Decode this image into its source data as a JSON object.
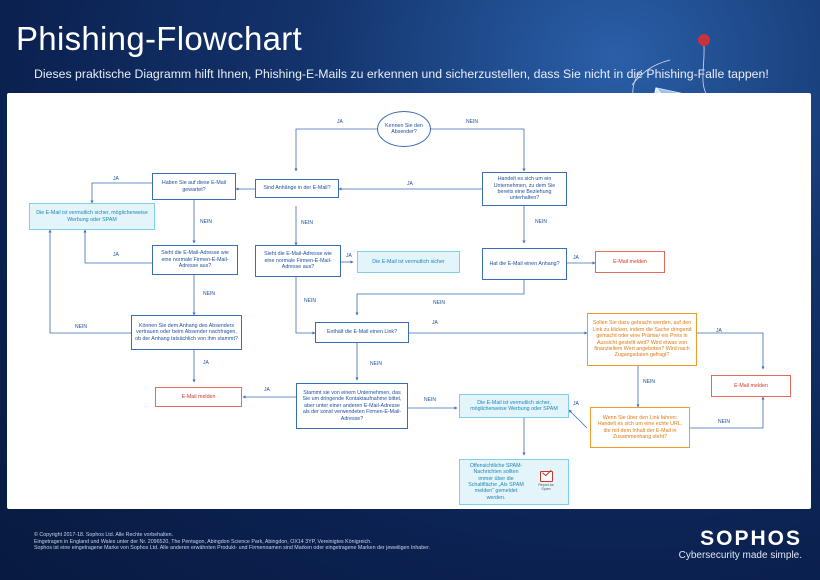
{
  "header": {
    "title": "Phishing-Flowchart",
    "subtitle": "Dieses praktische Diagramm hilft Ihnen, Phishing-E-Mails zu erkennen und sicherzustellen, dass Sie nicht in die Phishing-Falle tappen!"
  },
  "flow": {
    "start": "Kennen Sie den Absender?",
    "q_expected": "Haben Sie auf diese E-Mail gewartet?",
    "q_attachments": "Sind Anhänge in der E-Mail?",
    "q_company": "Handelt es sich um ein Unternehmen, zu dem Sie bereits eine Beziehung unterhalten?",
    "safe_ad": "Die E-Mail ist vermutlich sicher, möglicherweise Werbung oder SPAM",
    "q_address_1": "Sieht die E-Mail-Adresse wie eine normale Firmen-E-Mail-Adresse aus?",
    "q_address_2": "Sieht die E-Mail-Adresse wie eine normale Firmen-E-Mail-Adresse aus?",
    "safe_plain": "Die E-Mail ist vermutlich sicher",
    "q_has_attachment": "Hat die E-Mail einen Anhang?",
    "report_1": "E-Mail melden",
    "q_trust_attachment": "Können Sie dem Anhang des Absenders vertrauen oder beim Absender nachfragen, ob der Anhang tatsächlich von ihm stammt?",
    "q_link": "Enthält die E-Mail einen Link?",
    "q_pressure": "Sollen Sie dazu gebracht werden, auf den Link zu klicken, indem die Sache dringend gemacht oder eine Prämie/ ein Preis in Aussicht gestellt wird? Wird etwas von finanziellem Wert angeboten? Wird nach Zugangsdaten gefragt?",
    "report_2": "E-Mail melden",
    "report_3": "E-Mail melden",
    "q_urgent_company": "Stammt sie von einem Unternehmen, das Sie um dringende Kontaktaufnahme bittet, aber unter einer anderen E-Mail-Adresse als der sonst verwendeten Firmen-E-Mail-Adresse?",
    "safe_ad_2": "Die E-Mail ist vermutlich sicher, möglicherweise Werbung oder SPAM",
    "q_link_real": "Wenn Sie über den Link fahren: Handelt es sich um eine echte URL, die mit dem Inhalt der E-Mail in Zusammenhang steht?",
    "spam_note": "Offensichtliche SPAM-Nachrichten sollten immer über die Schaltfläche „Als SPAM melden“ gemeldet werden.",
    "report_spam_caption": "Report As Spam"
  },
  "labels": {
    "yes": "JA",
    "no": "NEIN"
  },
  "footer": {
    "line1": "© Copyright 2017-18. Sophos Ltd. Alle Rechte vorbehalten.",
    "line2": "Eingetragen in England und Wales unter der Nr. 2096520, The Pentagon, Abingdon Science Park, Abingdon, OX14 3YP, Vereinigtes Königreich.",
    "line3": "Sophos ist eine eingetragene Marke von Sophos Ltd. Alle anderen erwähnten Produkt- und Firmennamen sind Marken oder eingetragene Marken der jeweiligen Inhaber."
  },
  "brand": {
    "name": "SOPHOS",
    "tagline": "Cybersecurity made simple."
  },
  "colors": {
    "question": "#1d4f9c",
    "safe": "#1d86b6",
    "danger": "#d0392b",
    "warning": "#e07a12",
    "background": "#0b2150"
  }
}
